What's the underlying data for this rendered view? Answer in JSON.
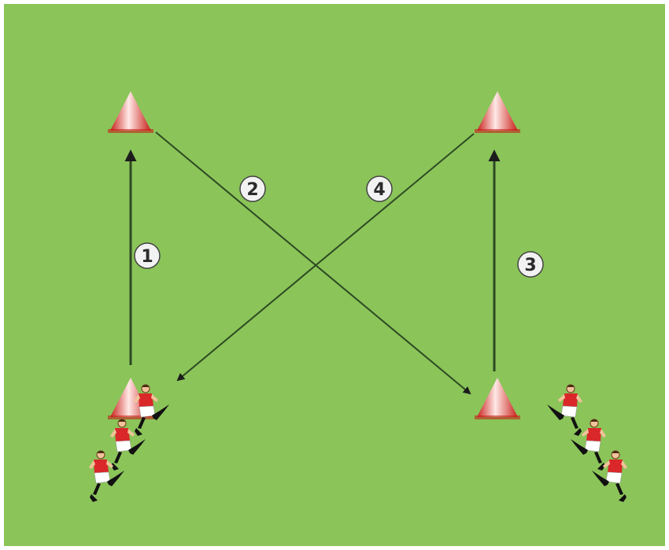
{
  "pitch": {
    "color": "#8bc459",
    "border_color": "#ffffff",
    "arrow_color": "#2d4a22"
  },
  "cones": [
    {
      "id": "cone-top-left",
      "color": "#e8392f"
    },
    {
      "id": "cone-top-right",
      "color": "#e8392f"
    },
    {
      "id": "cone-bottom-left",
      "color": "#e8392f"
    },
    {
      "id": "cone-bottom-right",
      "color": "#e8392f"
    }
  ],
  "steps": [
    {
      "label": "1"
    },
    {
      "label": "2"
    },
    {
      "label": "3"
    },
    {
      "label": "4"
    }
  ],
  "players": {
    "shirt_color": "#d9272a",
    "shorts_color": "#ffffff",
    "groups": [
      {
        "name": "left-queue",
        "count": 3
      },
      {
        "name": "right-queue",
        "count": 3
      }
    ]
  }
}
